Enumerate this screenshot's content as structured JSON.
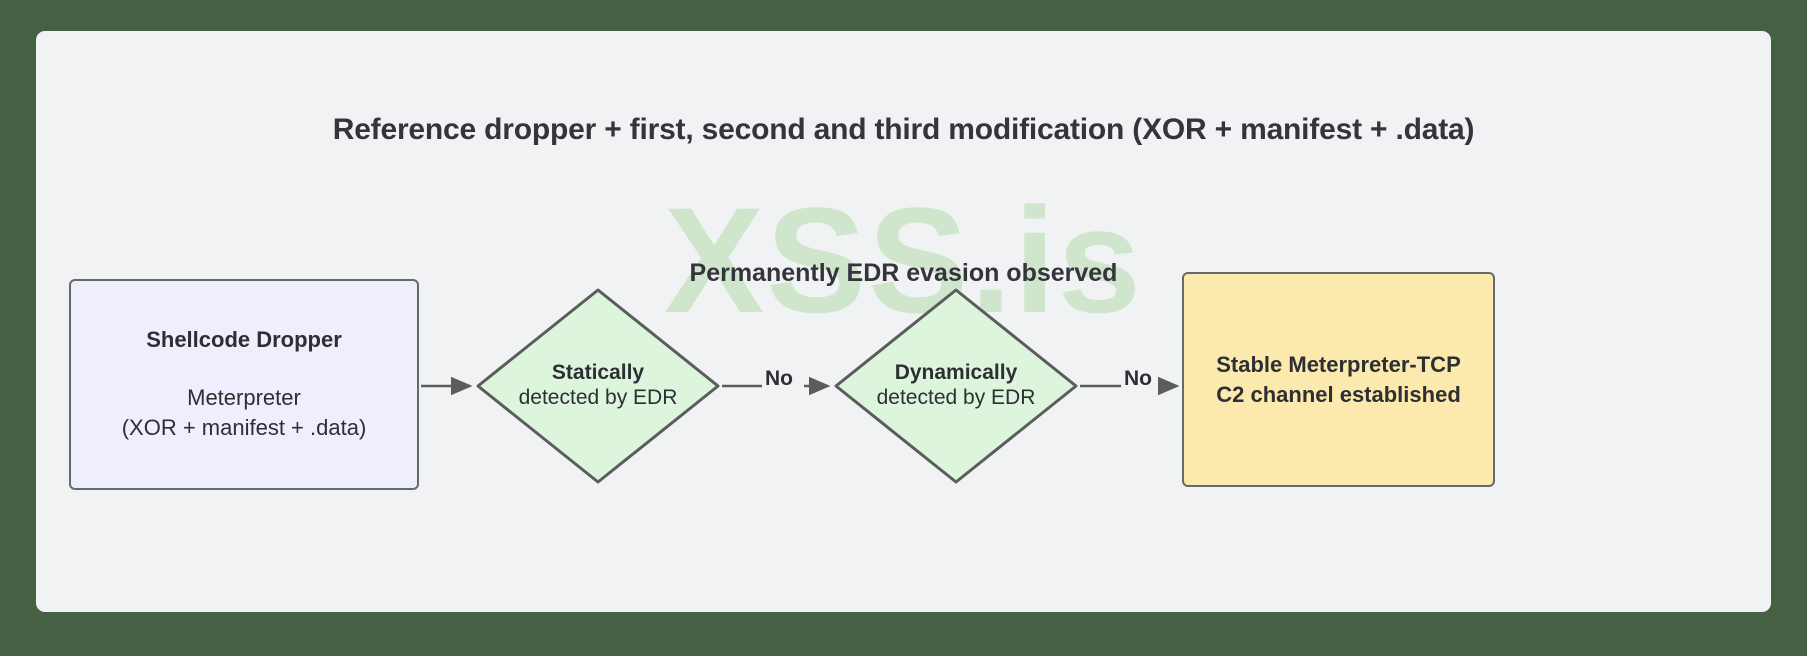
{
  "canvas": {
    "background_color": "#466043",
    "card_background": "#f1f2f4"
  },
  "watermark": {
    "text": "XSS.is",
    "color": "#cfe6cd"
  },
  "diagram": {
    "title": "Reference dropper + first, second and third modification (XOR + manifest + .data)",
    "subtitle": "Permanently EDR evasion observed",
    "nodes": [
      {
        "id": "dropper",
        "type": "process",
        "heading": "Shellcode Dropper",
        "line1": "Meterpreter",
        "line2": "(XOR + manifest + .data)",
        "fill": "#eeeefc",
        "stroke": "#666b6a"
      },
      {
        "id": "static-check",
        "type": "decision",
        "title": "Statically",
        "subtitle": "detected by EDR",
        "fill": "#ddf5dd",
        "stroke": "#5a5d5c"
      },
      {
        "id": "dynamic-check",
        "type": "decision",
        "title": "Dynamically",
        "subtitle": "detected by EDR",
        "fill": "#ddf5dd",
        "stroke": "#5a5d5c"
      },
      {
        "id": "result",
        "type": "process",
        "line1": "Stable Meterpreter-TCP",
        "line2": "C2 channel established",
        "fill": "#fce9ae",
        "stroke": "#666b6a"
      }
    ],
    "edges": [
      {
        "id": "e1",
        "from": "dropper",
        "to": "static-check",
        "label": ""
      },
      {
        "id": "e2",
        "from": "static-check",
        "to": "dynamic-check",
        "label": "No"
      },
      {
        "id": "e3",
        "from": "dynamic-check",
        "to": "result",
        "label": "No"
      }
    ]
  }
}
